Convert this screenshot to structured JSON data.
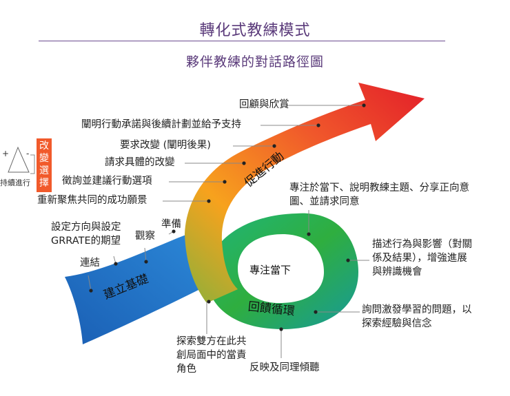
{
  "title": "轉化式教練模式",
  "subtitle": "夥伴教練的對話路徑圖",
  "side_badge": {
    "chars": [
      "改",
      "變",
      "選",
      "擇"
    ],
    "sign_plus": "+",
    "sign_minus": "-",
    "caption": "持續進行"
  },
  "sections": {
    "foundation": "建立基礎",
    "action": "促進行動",
    "feedback": "回饋循環",
    "center": "專注當下"
  },
  "labels": {
    "review": "回顧與欣賞",
    "commitment": "闡明行動承諾與後續計劃並給予支持",
    "request_change": "要求改變 (闡明後果)",
    "request_specific": "請求具體的改變",
    "solicit": "徵詢並建議行動選項",
    "refocus": "重新聚焦共同的成功願景",
    "set_direction": "設定方向與設定GRRATE的期望",
    "observe": "觀察",
    "prepare": "準備",
    "connect": "連結",
    "focus_present": "專注於當下、說明教練主題、分享正向意圖、並請求同意",
    "describe": "描述行為與影響（對關係及結果），增強進展與辨識機會",
    "inquire": "詢問激發學習的問題，以探索經驗與信念",
    "reflect": "反映及同理傾聽",
    "explore": "探索雙方在此共創局面中的當責角色"
  },
  "colors": {
    "title": "#5a3a7a",
    "arrow_blue": "#1f6fc4",
    "arrow_orange": "#f7941d",
    "arrow_red": "#e5242b",
    "ring_green": "#29b24a",
    "ring_teal": "#1aa99a",
    "badge": "#f15a2b"
  }
}
